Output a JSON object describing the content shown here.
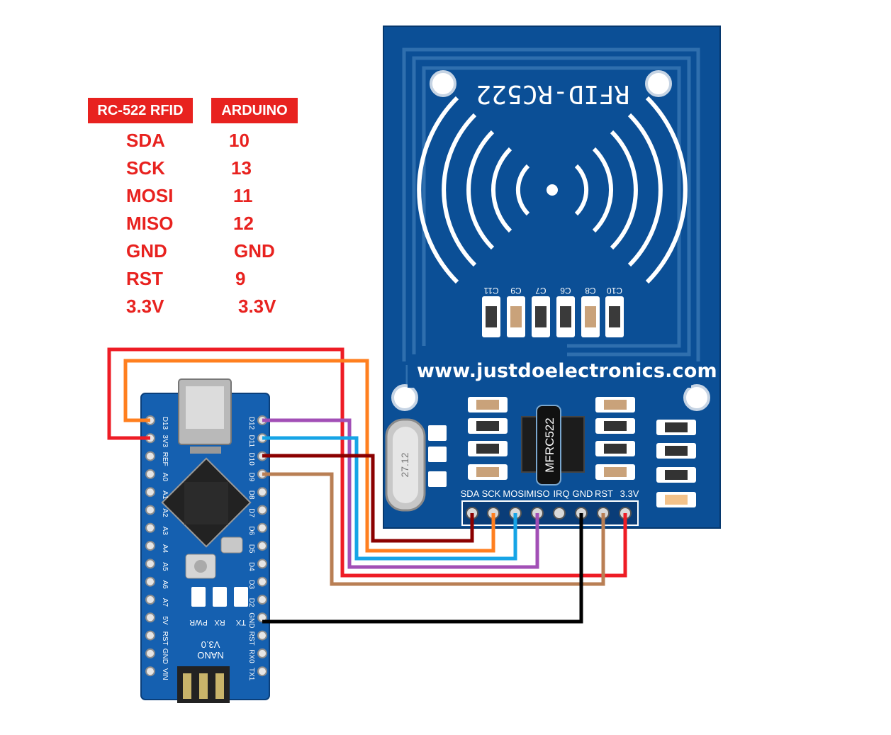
{
  "table": {
    "header_rfid": "RC-522 RFID",
    "header_arduino": "ARDUINO",
    "rows": [
      {
        "rfid": "SDA",
        "arduino": "10"
      },
      {
        "rfid": "SCK",
        "arduino": "13"
      },
      {
        "rfid": "MOSI",
        "arduino": "11"
      },
      {
        "rfid": "MISO",
        "arduino": "12"
      },
      {
        "rfid": "GND",
        "arduino": "GND"
      },
      {
        "rfid": "RST",
        "arduino": "9"
      },
      {
        "rfid": "3.3V",
        "arduino": "3.3V"
      }
    ]
  },
  "rfid_board": {
    "title": "RFID-RC522",
    "chip": "MFRC522",
    "website": "www.justdoelectronics.com",
    "crystal": "27.12",
    "pins": [
      "SDA",
      "SCK",
      "MOSI",
      "MISO",
      "IRQ",
      "GND",
      "RST",
      "3.3V"
    ],
    "cap_labels": [
      "C11",
      "C9",
      "C7",
      "C6",
      "C8",
      "C10"
    ]
  },
  "nano_board": {
    "left_pins": [
      "D13",
      "3V3",
      "REF",
      "A0",
      "A1",
      "A2",
      "A3",
      "A4",
      "A5",
      "A6",
      "A7",
      "5V",
      "RST",
      "GND",
      "VIN"
    ],
    "right_pins": [
      "D12",
      "D11",
      "D10",
      "D9",
      "D8",
      "D7",
      "D6",
      "D5",
      "D4",
      "D3",
      "D2",
      "GND",
      "RST",
      "RX0",
      "TX1"
    ],
    "model": "NANO",
    "version": "V3.0",
    "leds": [
      "PWR",
      "RX",
      "TX"
    ]
  },
  "wires": [
    {
      "signal": "SDA",
      "color": "#8b0000"
    },
    {
      "signal": "SCK",
      "color": "#ff7f1f"
    },
    {
      "signal": "MOSI",
      "color": "#16a4e6"
    },
    {
      "signal": "MISO",
      "color": "#a24fb6"
    },
    {
      "signal": "GND",
      "color": "#000000"
    },
    {
      "signal": "RST",
      "color": "#b97f54"
    },
    {
      "signal": "3.3V",
      "color": "#ee1c25"
    }
  ]
}
